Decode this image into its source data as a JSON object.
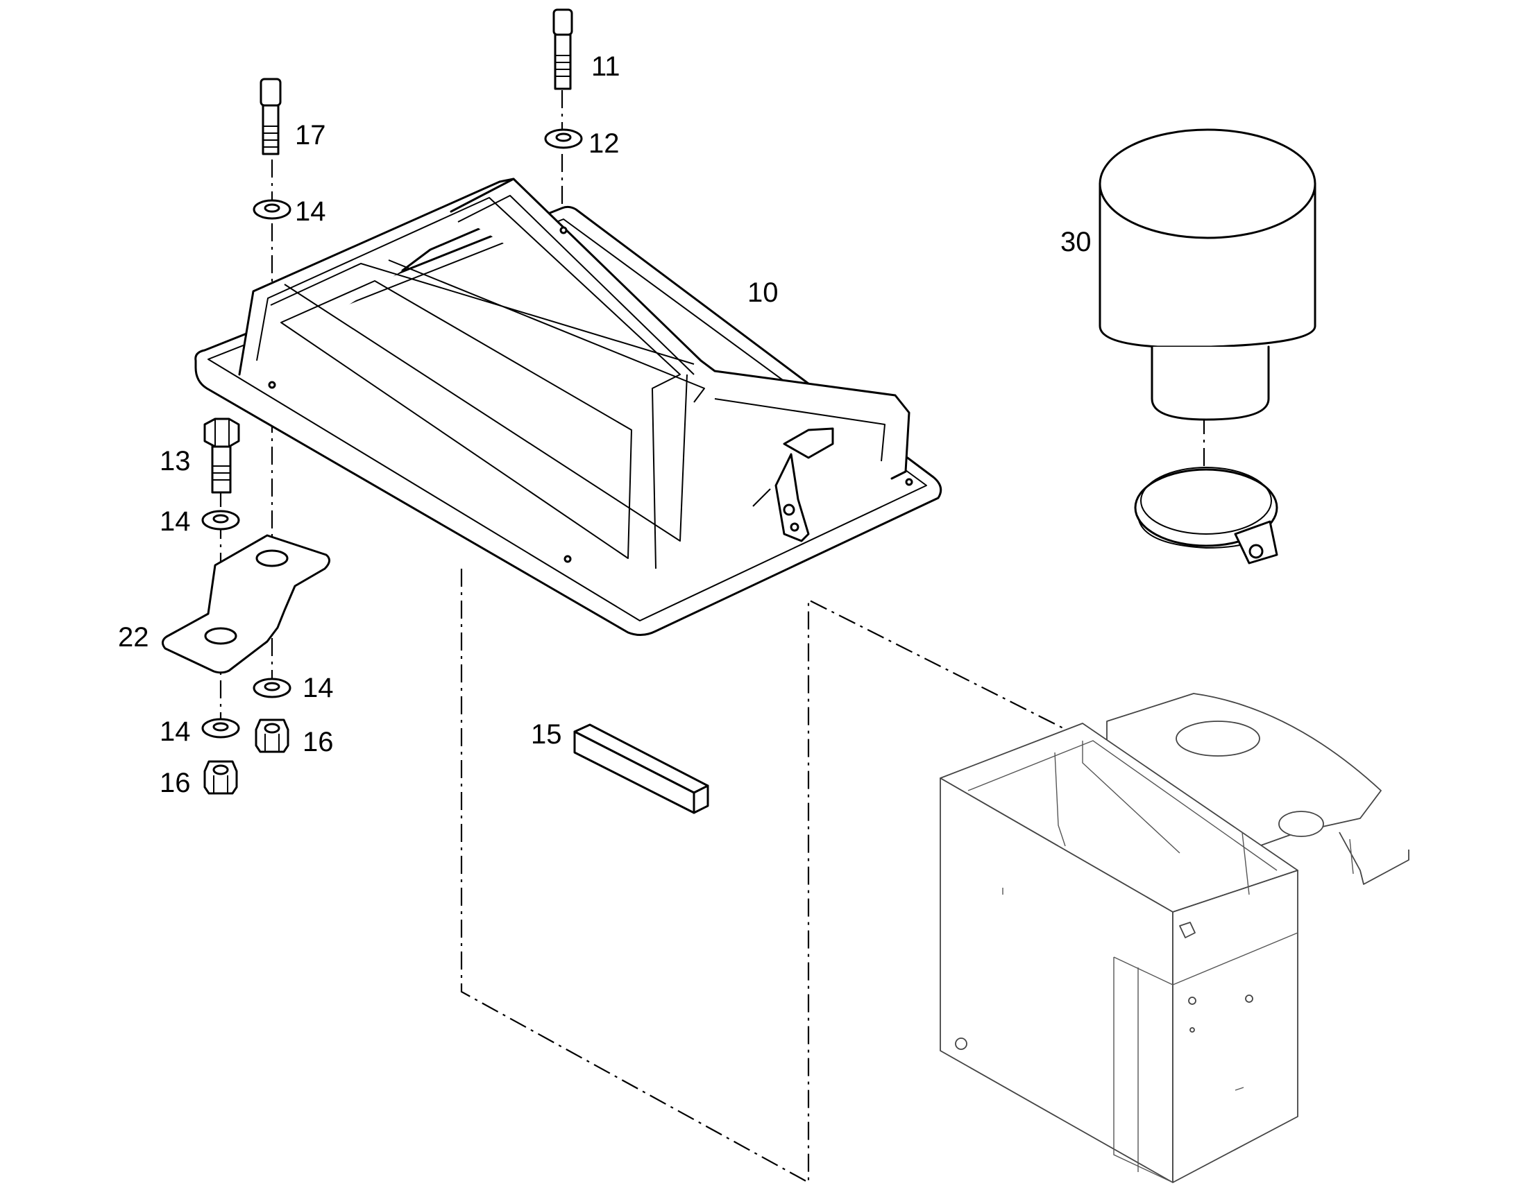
{
  "callouts": [
    {
      "id": "callout-11",
      "text": "11"
    },
    {
      "id": "callout-12",
      "text": "12"
    },
    {
      "id": "callout-17",
      "text": "17"
    },
    {
      "id": "callout-14-top",
      "text": "14"
    },
    {
      "id": "callout-10",
      "text": "10"
    },
    {
      "id": "callout-30",
      "text": "30"
    },
    {
      "id": "callout-13",
      "text": "13"
    },
    {
      "id": "callout-14-mid",
      "text": "14"
    },
    {
      "id": "callout-22",
      "text": "22"
    },
    {
      "id": "callout-14-right",
      "text": "14"
    },
    {
      "id": "callout-14-bottom",
      "text": "14"
    },
    {
      "id": "callout-16-right",
      "text": "16"
    },
    {
      "id": "callout-16-bottom",
      "text": "16"
    },
    {
      "id": "callout-15",
      "text": "15"
    }
  ],
  "colors": {
    "line": "#000000",
    "background": "#ffffff",
    "housing": "#444444"
  }
}
